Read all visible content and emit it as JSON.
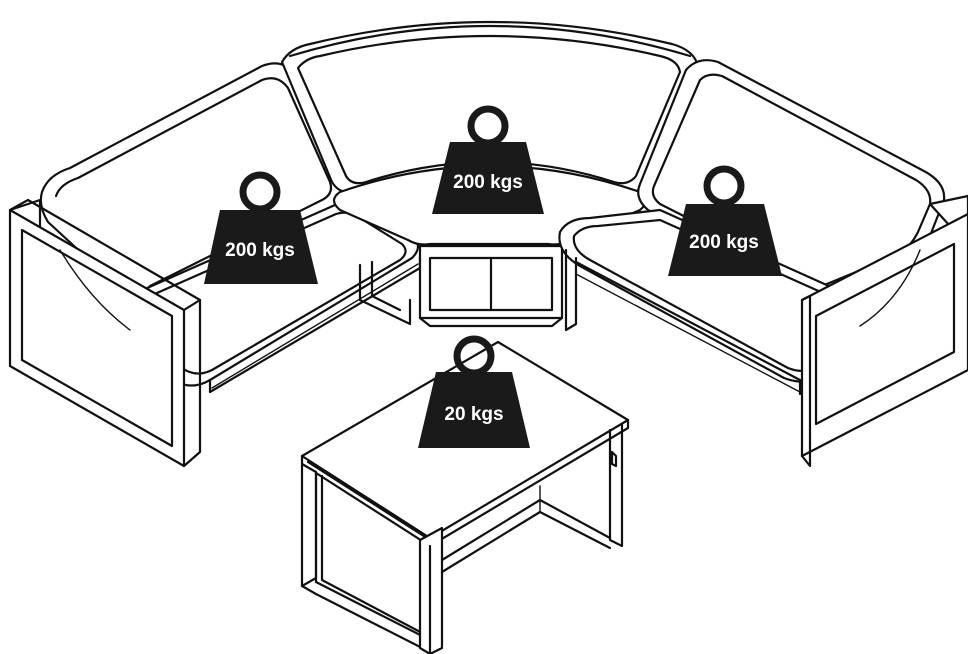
{
  "colors": {
    "line": "#111111",
    "background": "#ffffff",
    "weight_fill": "#1a1a1a",
    "weight_text": "#ffffff"
  },
  "weights": {
    "left_seat": {
      "label": "200 kgs",
      "icon": "weight-icon"
    },
    "center_seat": {
      "label": "200 kgs",
      "icon": "weight-icon"
    },
    "right_seat": {
      "label": "200 kgs",
      "icon": "weight-icon"
    },
    "table": {
      "label": "20 kgs",
      "icon": "weight-icon"
    }
  }
}
